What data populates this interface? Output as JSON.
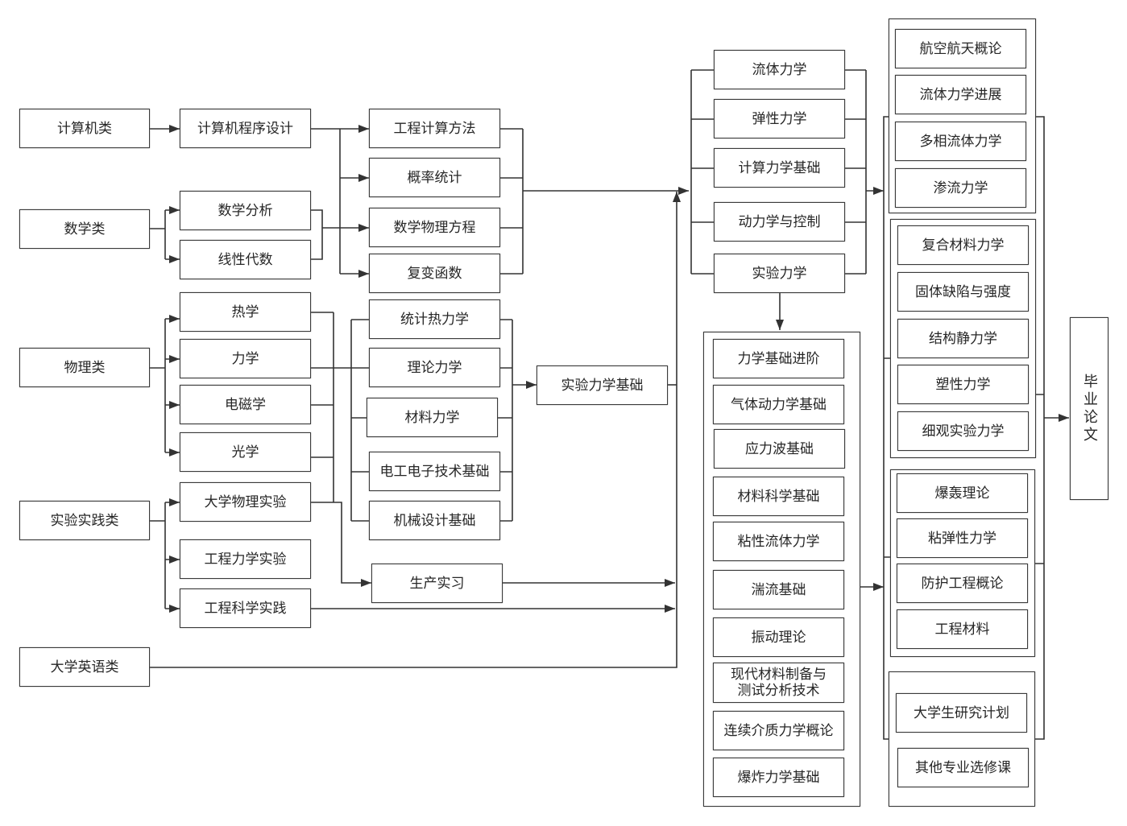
{
  "categories": [
    "计算机类",
    "数学类",
    "物理类",
    "实验实践类",
    "大学英语类"
  ],
  "basic_courses": [
    "计算机程序设计",
    "数学分析",
    "线性代数",
    "热学",
    "力学",
    "电磁学",
    "光学",
    "大学物理实验",
    "工程力学实验",
    "工程科学实践"
  ],
  "applied_math_courses": [
    "工程计算方法",
    "概率统计",
    "数学物理方程",
    "复变函数"
  ],
  "technical_basics": [
    "统计热力学",
    "理论力学",
    "材料力学",
    "电工电子技术基础",
    "机械设计基础"
  ],
  "internship": "生产实习",
  "experimental_basics": "实验力学基础",
  "core_courses": [
    "流体力学",
    "弹性力学",
    "计算力学基础",
    "动力学与控制",
    "实验力学"
  ],
  "advanced_courses": [
    "力学基础进阶",
    "气体动力学基础",
    "应力波基础",
    "材料科学基础",
    "粘性流体力学",
    "湍流基础",
    "振动理论",
    "现代材料制备与\n测试分析技术",
    "连续介质力学概论",
    "爆炸力学基础"
  ],
  "elective_groups": [
    [
      "航空航天概论",
      "流体力学进展",
      "多相流体力学",
      "渗流力学"
    ],
    [
      "复合材料力学",
      "固体缺陷与强度",
      "结构静力学",
      "塑性力学",
      "细观实验力学"
    ],
    [
      "爆轰理论",
      "粘弹性力学",
      "防护工程概论",
      "工程材料"
    ],
    [
      "大学生研究计划",
      "其他专业选修课"
    ]
  ],
  "thesis": "毕业论文",
  "colors": {
    "line": "#333333",
    "border": "#3a3a3a",
    "text": "#262626",
    "background": "#ffffff"
  }
}
